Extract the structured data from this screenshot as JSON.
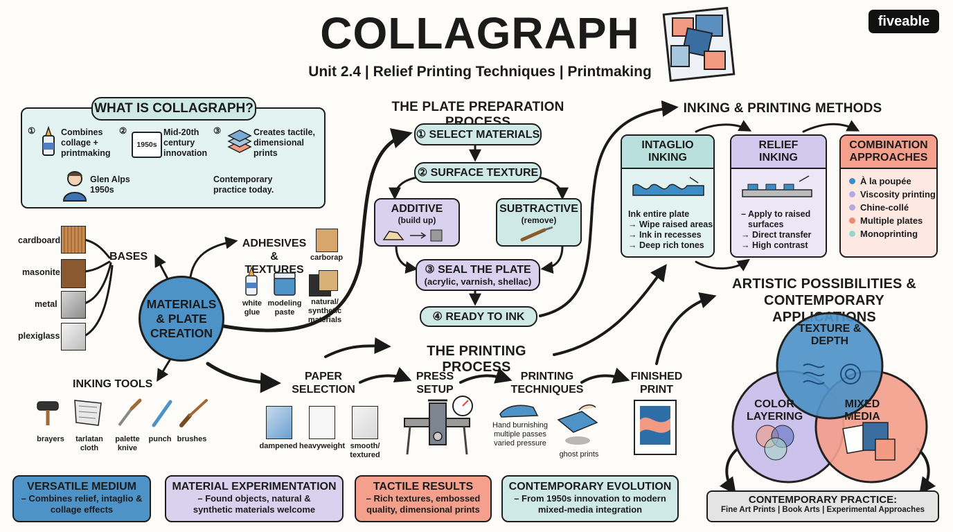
{
  "title": "COLLAGRAPH",
  "subtitle": "Unit 2.4 | Relief Printing Techniques | Printmaking",
  "brand": "fiveable",
  "what_is": {
    "heading": "WHAT IS COLLAGRAPH?",
    "items": [
      {
        "num": "①",
        "text": "Combines collage + printmaking"
      },
      {
        "num": "②",
        "badge": "1950s",
        "text": "Mid-20th century innovation"
      },
      {
        "num": "③",
        "text": "Creates tactile, dimensional prints"
      }
    ],
    "origin": "Glen Alps 1950s",
    "today": "Contemporary practice today."
  },
  "plate_prep": {
    "heading": "THE PLATE PREPARATION PROCESS",
    "step1": "① SELECT MATERIALS",
    "step2": "② SURFACE TEXTURE",
    "additive_title": "ADDITIVE",
    "additive_sub": "(build up)",
    "subtractive_title": "SUBTRACTIVE",
    "subtractive_sub": "(remove)",
    "step3_title": "③ SEAL THE PLATE",
    "step3_sub": "(acrylic, varnish, shellac)",
    "step4": "④ READY TO INK"
  },
  "inking_methods": {
    "heading": "INKING & PRINTING METHODS",
    "intaglio": {
      "title": "INTAGLIO INKING",
      "lines": [
        "Ink entire plate",
        "→ Wipe raised areas",
        "→ Ink in recesses",
        "→ Deep rich tones"
      ]
    },
    "relief": {
      "title": "RELIEF INKING",
      "lines": [
        "– Apply to raised",
        "surfaces",
        "→ Direct transfer",
        "→ High contrast"
      ]
    },
    "combination": {
      "title": "COMBINATION APPROACHES",
      "items": [
        "À la poupée",
        "Viscosity printing",
        "Chine-collé",
        "Multiple plates",
        "Monoprinting"
      ]
    }
  },
  "materials": {
    "center": "MATERIALS & PLATE CREATION",
    "bases_label": "BASES",
    "bases": [
      "cardboard",
      "masonite",
      "metal",
      "plexiglass"
    ],
    "adhesives_label": "ADHESIVES & TEXTURES",
    "adhesives": [
      "white glue",
      "modeling paste",
      "natural/ synthetic materials"
    ],
    "carborundum": "carborap",
    "tools_label": "INKING TOOLS",
    "tools": [
      "brayers",
      "tarlatan cloth",
      "palette knive",
      "punch",
      "brushes"
    ]
  },
  "printing_process": {
    "heading": "THE PRINTING PROCESS",
    "paper": {
      "title": "PAPER SELECTION",
      "items": [
        "dampened",
        "heavyweight",
        "smooth/ textured"
      ]
    },
    "press": {
      "title": "PRESS SETUP"
    },
    "techniques": {
      "title": "PRINTING TECHNIQUES",
      "hand": "Hand burnishing multiple passes varied pressure",
      "ghost": "ghost prints"
    },
    "finished": "FINISHED PRINT"
  },
  "artistic": {
    "heading": "ARTISTIC POSSIBILITIES & CONTEMPORARY APPLICATIONS",
    "texture": "TEXTURE & DEPTH",
    "color": "COLOR LAYERING",
    "mixed": "MIXED MEDIA",
    "practice_title": "CONTEMPORARY PRACTICE:",
    "practice_sub": "Fine Art Prints | Book Arts | Experimental Approaches"
  },
  "bottom": [
    {
      "title": "VERSATILE MEDIUM",
      "text": "– Combines relief, intaglio & collage effects"
    },
    {
      "title": "MATERIAL EXPERIMENTATION",
      "text": "– Found objects, natural & synthetic materials welcome"
    },
    {
      "title": "TACTILE RESULTS",
      "text": "– Rich textures, embossed quality, dimensional prints"
    },
    {
      "title": "CONTEMPORARY EVOLUTION",
      "text": "– From 1950s innovation to modern mixed-media integration"
    }
  ],
  "colors": {
    "teal": "#cfe9e6",
    "lavender": "#d8d2ef",
    "salmon": "#f4a08c",
    "blue": "#4e93c7",
    "gray": "#e4e4e4"
  }
}
